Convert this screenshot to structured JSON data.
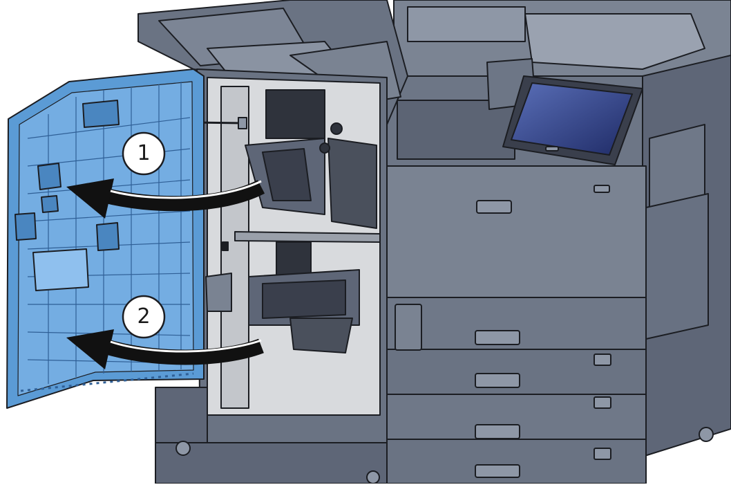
{
  "steps": [
    {
      "number": "1",
      "action": "open-upper-front-cover"
    },
    {
      "number": "2",
      "action": "open-lower-front-cover"
    }
  ],
  "colors": {
    "cover_highlight": "#5b9bd5",
    "cover_highlight_light": "#8fc0ee",
    "machine_body": "#6d7686",
    "machine_light": "#8b94a3",
    "machine_dark": "#3e4452",
    "interior": "#d8dadd",
    "outline": "#1b1d22",
    "arrow": "#111111",
    "screen": "#2b3a7a"
  }
}
